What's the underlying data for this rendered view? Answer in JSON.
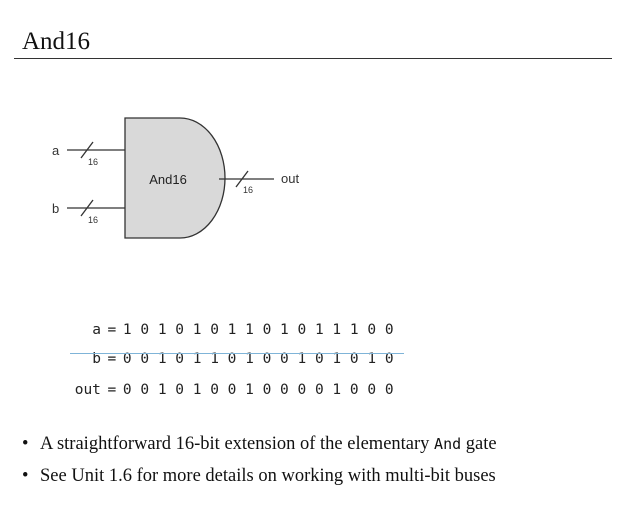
{
  "title": "And16",
  "gate": {
    "label": "And16",
    "input_a": "a",
    "input_b": "b",
    "output": "out",
    "bus_width_a": "16",
    "bus_width_b": "16",
    "bus_width_out": "16"
  },
  "equations": [
    {
      "label": "a",
      "eq": "=",
      "bits": "1 0 1 0 1 0 1 1 0 1 0 1 1 1 0 0"
    },
    {
      "label": "b",
      "eq": "=",
      "bits": "0 0 1 0 1 1 0 1 0 0 1 0 1 0 1 0"
    },
    {
      "label": "out",
      "eq": "=",
      "bits": "0 0 1 0 1 0 0 1 0 0 0 0 1 0 0 0"
    }
  ],
  "bullets": [
    {
      "pre": "A straightforward 16-bit extension of the elementary ",
      "code": "And",
      "post": " gate"
    },
    {
      "pre": "See Unit 1.6 for more details on working with multi-bit buses",
      "code": "",
      "post": ""
    }
  ],
  "colors": {
    "gate_fill": "#d9d9d9",
    "gate_stroke": "#333333",
    "separator": "#7fb4d8"
  }
}
